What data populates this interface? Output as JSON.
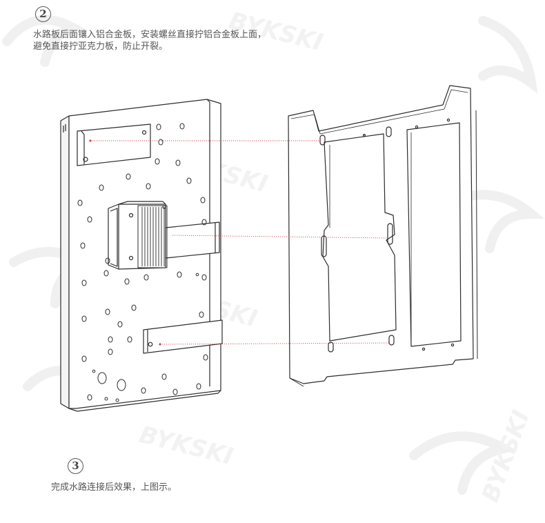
{
  "step2": {
    "number": "2",
    "lines": [
      "水路板后面镶入铝合金板，安装螺丝直接拧铝合金板上面，",
      "避免直接拧亚克力板，防止开裂。"
    ]
  },
  "step3": {
    "number": "3",
    "text": "完成水路连接后效果，上图示。"
  },
  "watermark": {
    "brand": "BYKSKI"
  },
  "colors": {
    "line": "#2b2b2b",
    "leader": "#c8464a",
    "text": "#555555",
    "watermark": "#f1f1f1"
  }
}
